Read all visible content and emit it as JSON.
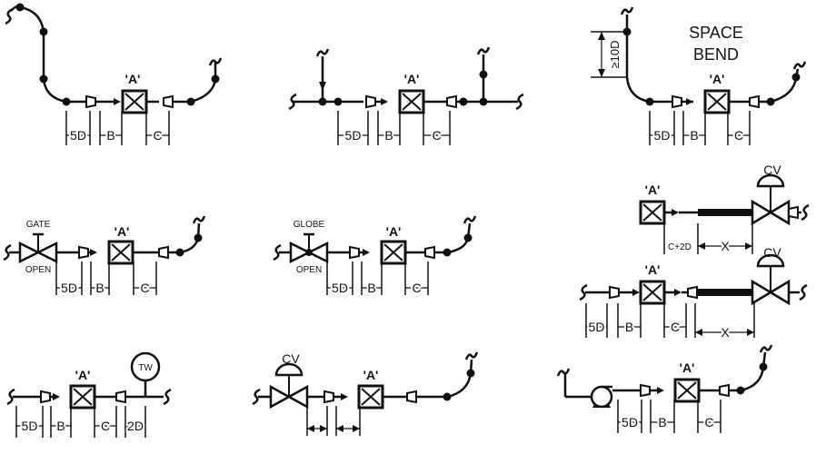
{
  "colors": {
    "ink": "#111111",
    "background": "#ffffff"
  },
  "diagrams": [
    {
      "id": "bend-both-sides",
      "element": "'A'",
      "dims": [
        "5D",
        "B",
        "C"
      ]
    },
    {
      "id": "tee-both-sides",
      "element": "'A'",
      "dims": [
        "5D",
        "B",
        "C"
      ]
    },
    {
      "id": "space-bend",
      "element": "'A'",
      "dims": [
        "5D",
        "B",
        "C"
      ],
      "title": [
        "SPACE",
        "BEND"
      ],
      "vertical_dim": "≥10D"
    },
    {
      "id": "gate-valve",
      "element": "'A'",
      "dims": [
        "5D",
        "B",
        "C"
      ],
      "valve": "GATE",
      "valve_state": "OPEN"
    },
    {
      "id": "globe-valve",
      "element": "'A'",
      "dims": [
        "5D",
        "B",
        "C"
      ],
      "valve": "GLOBE",
      "valve_state": "OPEN"
    },
    {
      "id": "control-valve-downstream",
      "element": "'A'",
      "dims": [
        "C+2D",
        "X"
      ],
      "valve": "CV"
    },
    {
      "id": "control-valve-downstream-reduced",
      "element": "'A'",
      "dims": [
        "5D",
        "B",
        "C",
        "X"
      ],
      "valve": "CV"
    },
    {
      "id": "thermowell",
      "element": "'A'",
      "dims": [
        "5D",
        "B",
        "C",
        "2D"
      ],
      "instrument": "TW"
    },
    {
      "id": "control-valve-upstream",
      "element": "'A'",
      "valve": "CV"
    },
    {
      "id": "pump-upstream",
      "element": "'A'",
      "dims": [
        "5D",
        "B",
        "C"
      ]
    }
  ]
}
